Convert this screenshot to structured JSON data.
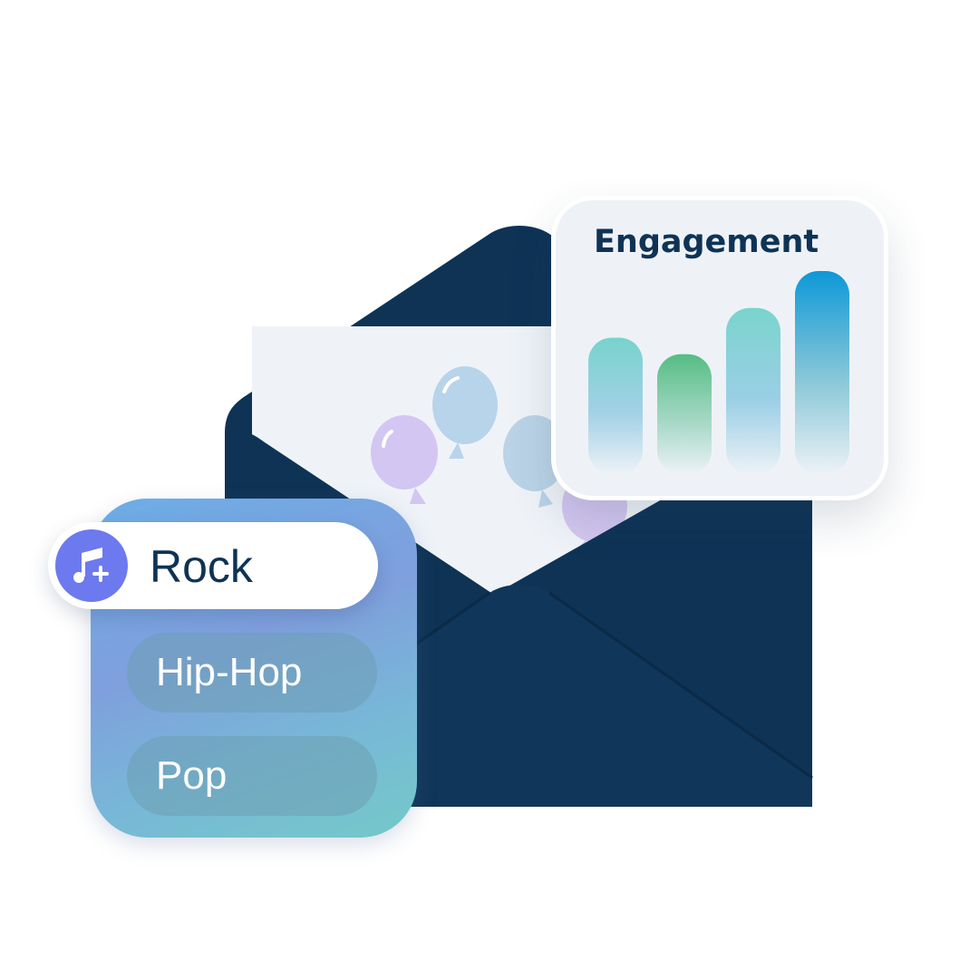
{
  "engagement_card": {
    "title": "Engagement",
    "bars": [
      {
        "value": 0.64,
        "top_color": "#77d3cc",
        "mid_color": "#9ecfe5"
      },
      {
        "value": 0.55,
        "top_color": "#55bd83",
        "mid_color": "#a0d6c2"
      },
      {
        "value": 0.8,
        "top_color": "#79d4cc",
        "mid_color": "#96cde5"
      },
      {
        "value": 1.0,
        "top_color": "#0c98d8",
        "mid_color": "#86c6d6"
      }
    ]
  },
  "genre_picker": {
    "selected": {
      "label": "Rock",
      "icon": "music-note-add-icon",
      "icon_bg": "#6d79ee"
    },
    "options": [
      {
        "label": "Hip-Hop"
      },
      {
        "label": "Pop"
      }
    ]
  },
  "illustration": {
    "envelope_color": "#0e3355",
    "letter_color": "#eff3f8",
    "balloon_colors": [
      "#d2c4f2",
      "#b7d4ea",
      "#bad2e6",
      "#d2c6f0"
    ]
  }
}
